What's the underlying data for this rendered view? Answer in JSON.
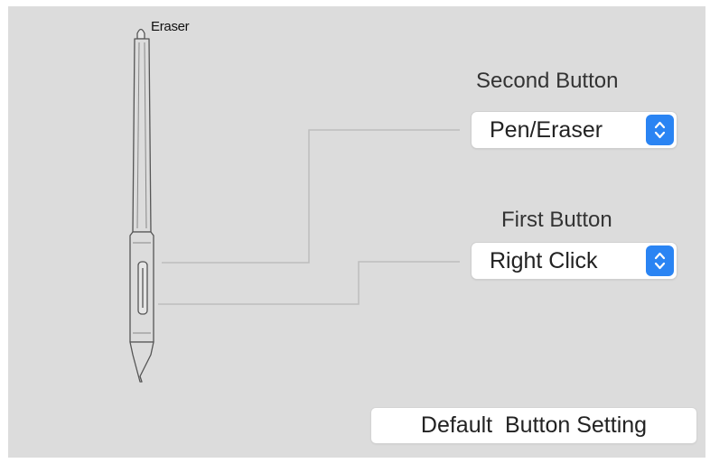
{
  "pen": {
    "eraser_label": "Eraser"
  },
  "second_button": {
    "title": "Second Button",
    "selected": "Pen/Eraser"
  },
  "first_button": {
    "title": "First Button",
    "selected": "Right Click"
  },
  "default_button": {
    "label": "Default  Button Setting"
  },
  "colors": {
    "panel_bg": "#dcdcdc",
    "stepper_accent": "#2a84f3"
  },
  "icons": {
    "pen": "stylus-pen-icon",
    "stepper": "up-down-chevron-icon"
  }
}
